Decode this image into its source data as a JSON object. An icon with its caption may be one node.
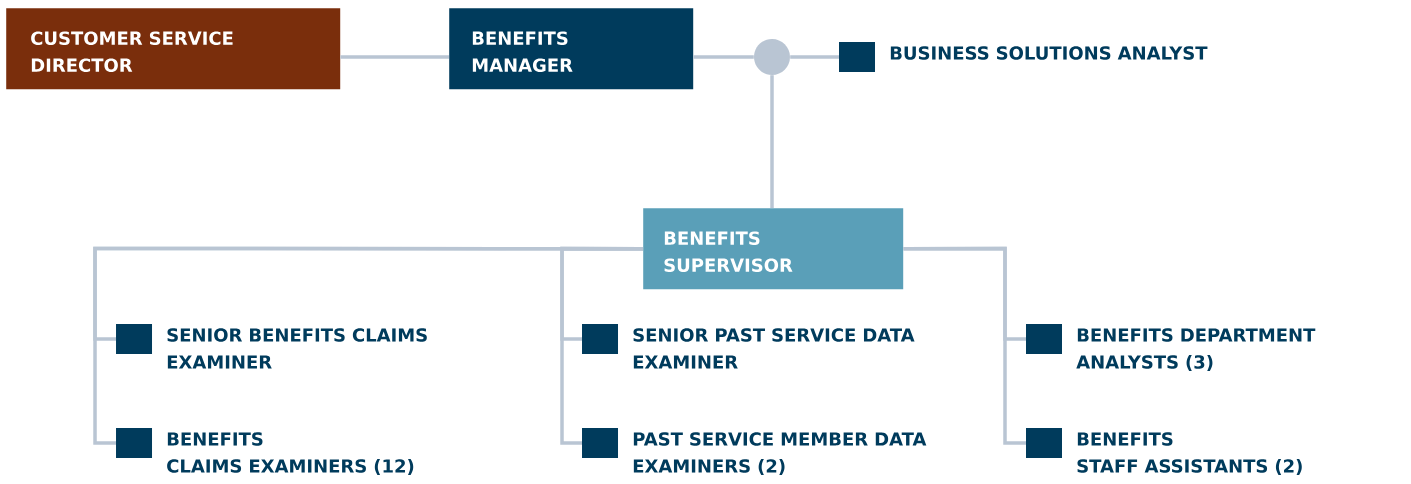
{
  "diagram": {
    "nodes": [
      {
        "text": [
          "CUSTOMER SERVICE DIRECTOR"
        ]
      },
      {
        "text": [
          "BENEFITS MANAGER"
        ]
      },
      {
        "text": [],
        "shape": "circle"
      },
      {
        "text": [
          "BUSINESS SOLUTIONS ANALYST"
        ]
      },
      {
        "text": [
          "BENEFITS SUPERVISOR"
        ]
      },
      {
        "text": [
          "SENIOR BENEFITS CLAIMS EXAMINER"
        ]
      },
      {
        "text": [
          "BENEFITS CLAIMS EXAMINERS (12)"
        ]
      },
      {
        "text": [
          "SENIOR PAST SERVICE DATA EXAMINER"
        ]
      },
      {
        "text": [
          "PAST SERVICE MEMBER DATA EXAMINERS (2)"
        ]
      },
      {
        "text": [
          "BENEFITS DEPARTMENT ANALYSTS (3)"
        ]
      },
      {
        "text": [
          "BENEFITS STAFF ASSISTANTS (2)"
        ]
      }
    ],
    "edges": [
      {
        "from": 0,
        "to": 1,
        "arrow": "none"
      },
      {
        "from": 1,
        "to": 2,
        "arrow": "none"
      },
      {
        "from": 2,
        "to": 3,
        "arrow": "none"
      },
      {
        "from": 2,
        "to": 4,
        "arrow": "none"
      },
      {
        "from": 4,
        "to": 5,
        "arrow": "none"
      },
      {
        "from": 4,
        "to": 6,
        "arrow": "none"
      },
      {
        "from": 4,
        "to": 7,
        "arrow": "none"
      },
      {
        "from": 4,
        "to": 8,
        "arrow": "none"
      },
      {
        "from": 4,
        "to": 9,
        "arrow": "none"
      },
      {
        "from": 4,
        "to": 10,
        "arrow": "none"
      }
    ]
  }
}
